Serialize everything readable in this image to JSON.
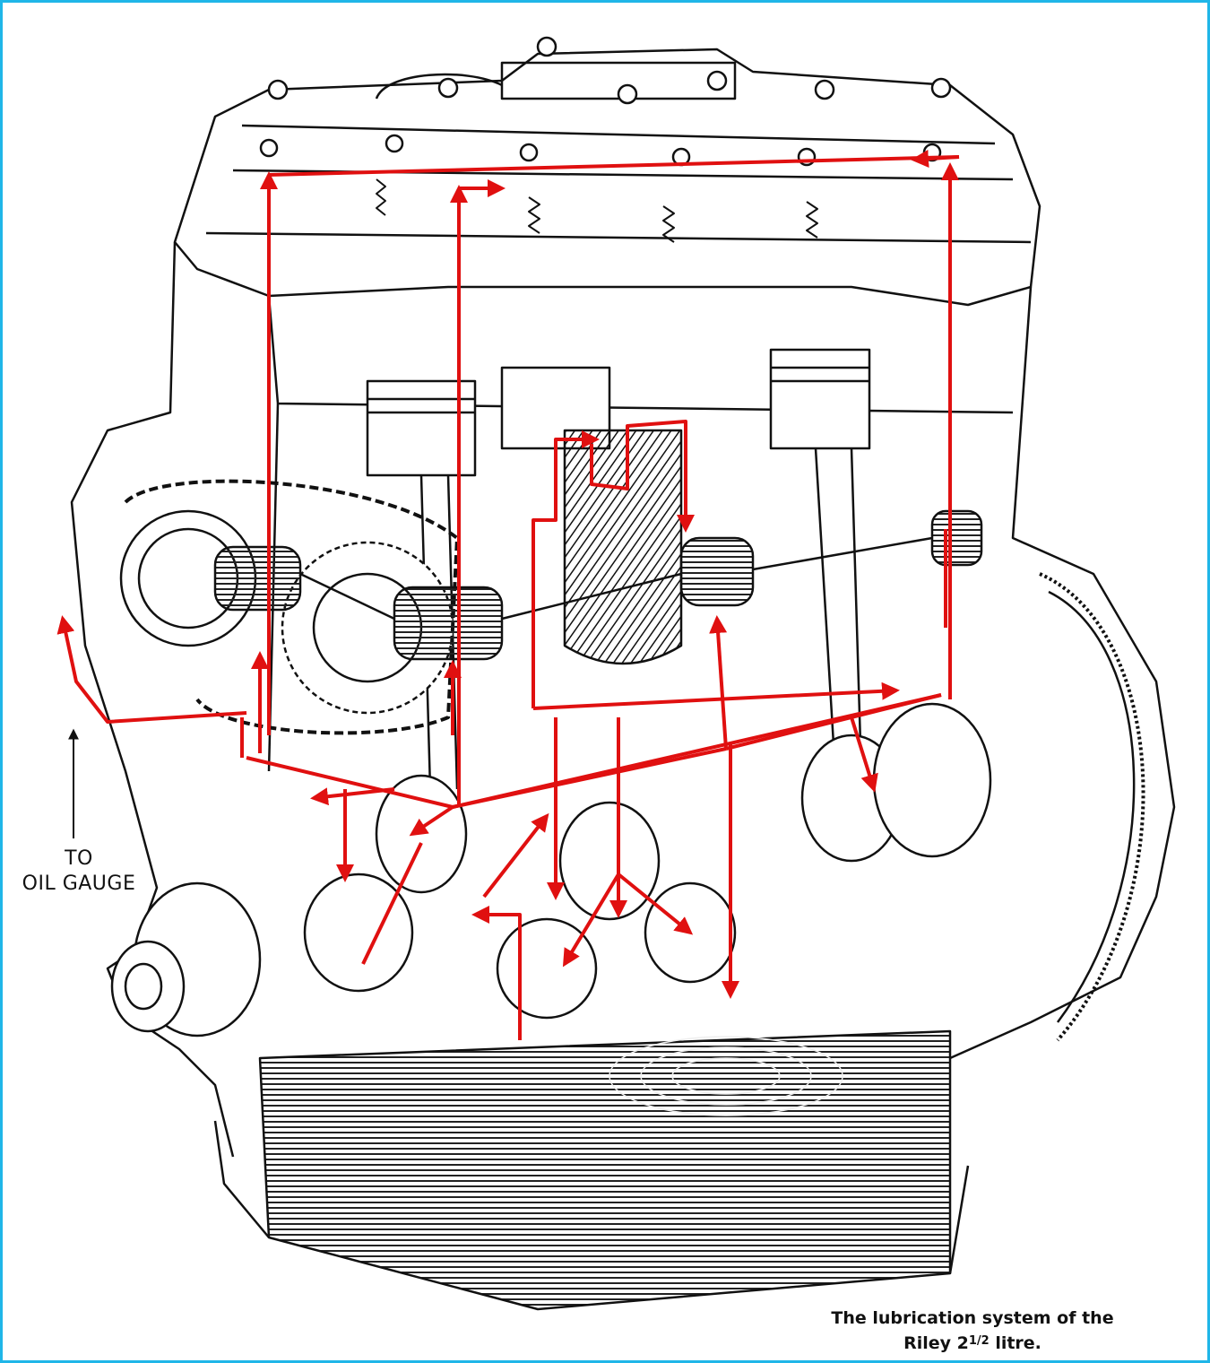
{
  "labels": {
    "to": "TO",
    "oil_gauge": "OIL GAUGE"
  },
  "caption": {
    "line1": "The lubrication system of the",
    "line2_pre": "Riley 2",
    "line2_frac": "1/2",
    "line2_post": " litre."
  },
  "colors": {
    "frame": "#1fb6e8",
    "oil_path": "#e01010",
    "ink": "#111111"
  }
}
